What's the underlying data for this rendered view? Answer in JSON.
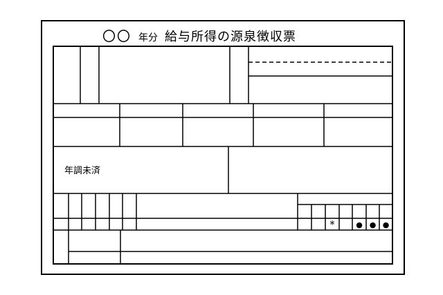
{
  "title": {
    "year_marks": "〇〇",
    "year_suffix": "年分",
    "main": "給与所得の源泉徴収票"
  },
  "labels": {
    "year_end_adjusted": "年調未済"
  },
  "marks": {
    "asterisk": "*",
    "dots": [
      "●",
      "●",
      "●"
    ]
  }
}
